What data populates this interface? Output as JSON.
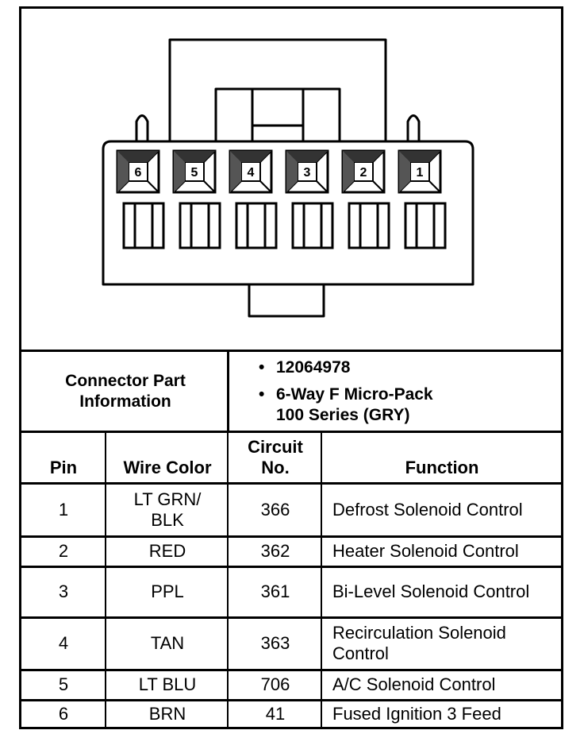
{
  "connector": {
    "pin_labels": [
      "6",
      "5",
      "4",
      "3",
      "2",
      "1"
    ]
  },
  "info": {
    "label": "Connector Part Information",
    "part_number": "12064978",
    "description_line1": "6-Way F Micro-Pack",
    "description_line2": "100 Series (GRY)",
    "bullet": "•"
  },
  "table": {
    "headers": {
      "pin": "Pin",
      "wire_color": "Wire Color",
      "circuit": "Circuit No.",
      "function": "Function"
    },
    "rows": [
      {
        "pin": "1",
        "wire_color": "LT GRN/ BLK",
        "circuit": "366",
        "function": "Defrost Solenoid Control"
      },
      {
        "pin": "2",
        "wire_color": "RED",
        "circuit": "362",
        "function": "Heater Solenoid Control"
      },
      {
        "pin": "3",
        "wire_color": "PPL",
        "circuit": "361",
        "function": "Bi-Level Solenoid Control"
      },
      {
        "pin": "4",
        "wire_color": "TAN",
        "circuit": "363",
        "function": "Recirculation Solenoid Control"
      },
      {
        "pin": "5",
        "wire_color": "LT BLU",
        "circuit": "706",
        "function": "A/C Solenoid Control"
      },
      {
        "pin": "6",
        "wire_color": "BRN",
        "circuit": "41",
        "function": "Fused Ignition 3 Feed"
      }
    ]
  }
}
